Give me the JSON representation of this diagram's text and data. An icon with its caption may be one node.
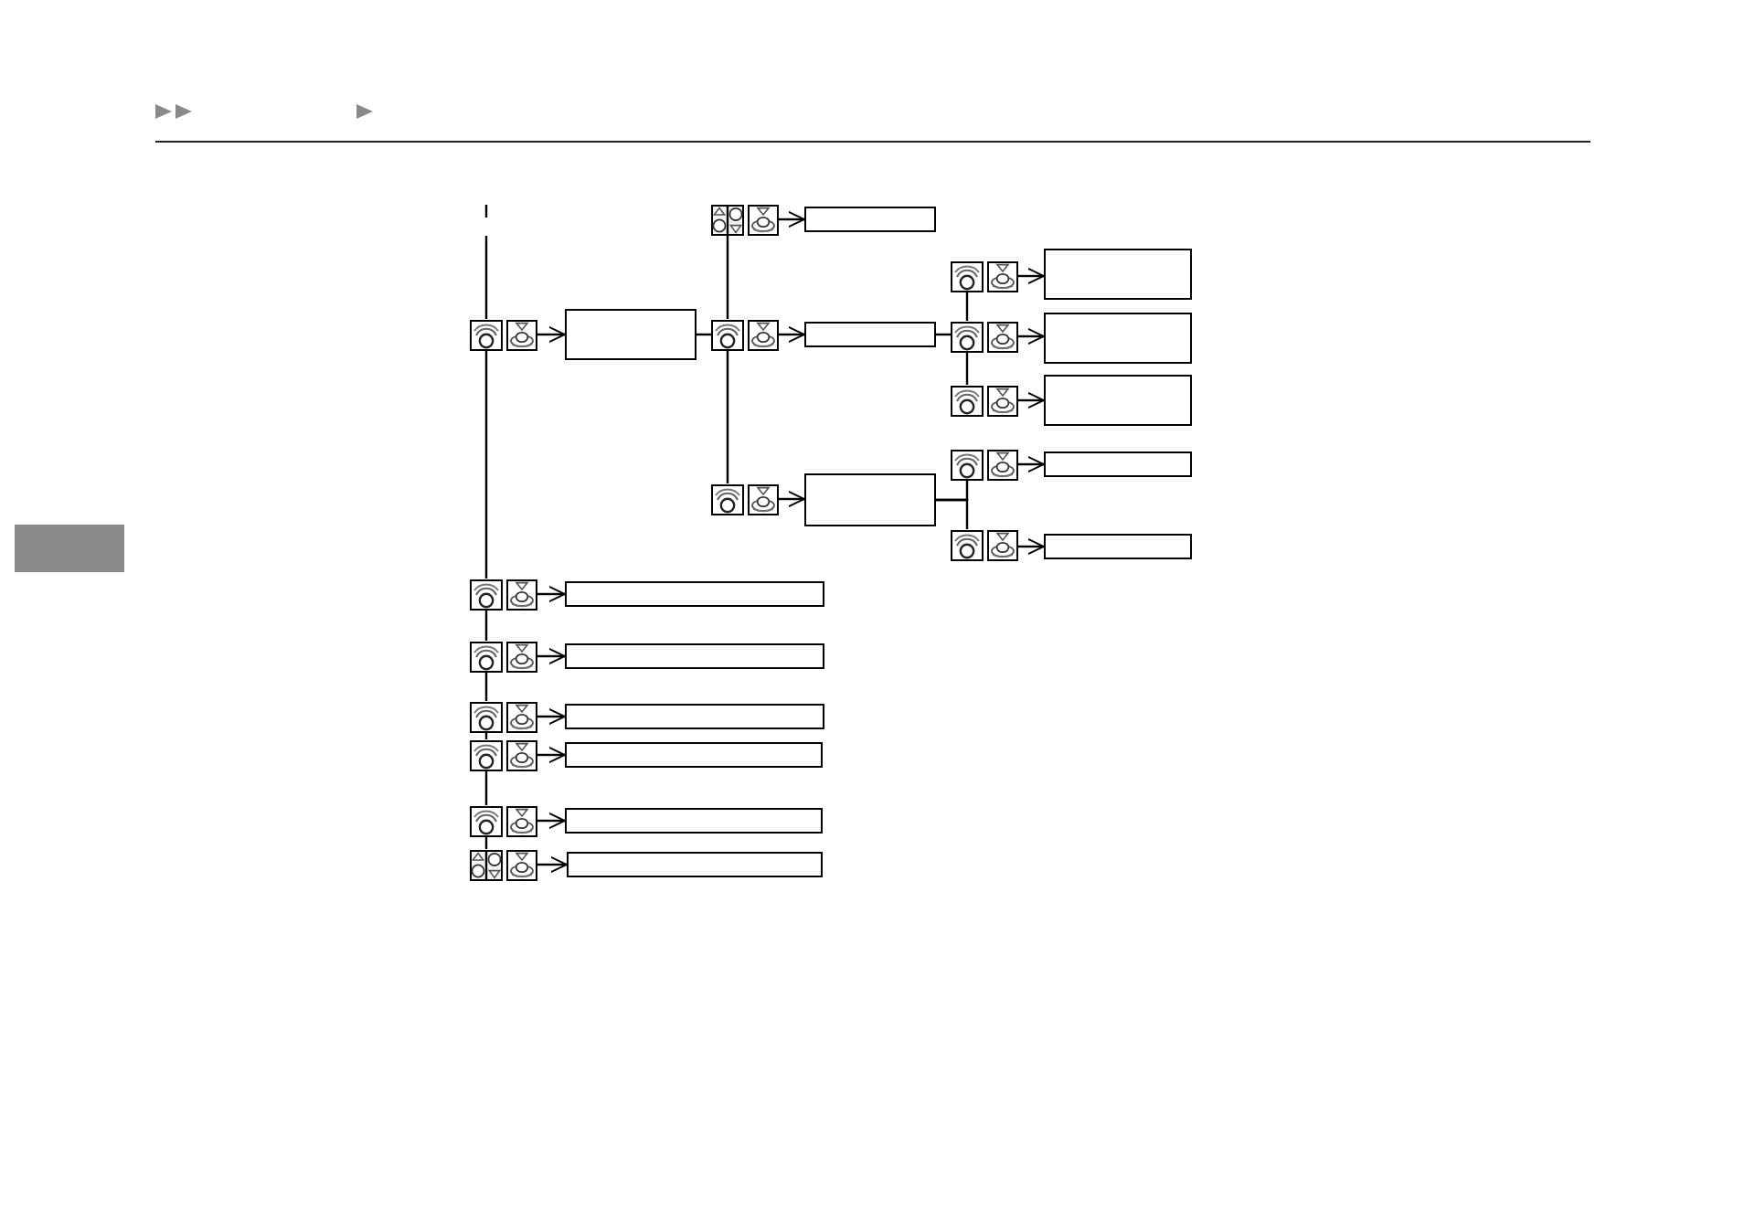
{
  "diagram": {
    "nodes": [
      {
        "text": [],
        "shape": "picture"
      },
      {
        "text": [],
        "shape": "picture"
      },
      {
        "text": [],
        "shape": "box"
      },
      {
        "text": [],
        "shape": "picture"
      },
      {
        "text": [],
        "shape": "picture"
      },
      {
        "text": [],
        "shape": "box"
      },
      {
        "text": [],
        "shape": "picture"
      },
      {
        "text": [],
        "shape": "picture"
      },
      {
        "text": [],
        "shape": "box"
      },
      {
        "text": [],
        "shape": "picture"
      },
      {
        "text": [],
        "shape": "picture"
      },
      {
        "text": [],
        "shape": "box"
      },
      {
        "text": [],
        "shape": "picture"
      },
      {
        "text": [],
        "shape": "picture"
      },
      {
        "text": [],
        "shape": "box"
      },
      {
        "text": [],
        "shape": "picture"
      },
      {
        "text": [],
        "shape": "picture"
      },
      {
        "text": [],
        "shape": "box"
      },
      {
        "text": [],
        "shape": "picture"
      },
      {
        "text": [],
        "shape": "picture"
      },
      {
        "text": [],
        "shape": "box"
      },
      {
        "text": [],
        "shape": "picture"
      },
      {
        "text": [],
        "shape": "picture"
      },
      {
        "text": [],
        "shape": "box"
      },
      {
        "text": [],
        "shape": "picture"
      },
      {
        "text": [],
        "shape": "picture"
      },
      {
        "text": [],
        "shape": "box"
      },
      {
        "text": [],
        "shape": "picture"
      },
      {
        "text": [],
        "shape": "picture"
      },
      {
        "text": [],
        "shape": "box"
      },
      {
        "text": [],
        "shape": "picture"
      },
      {
        "text": [],
        "shape": "picture"
      },
      {
        "text": [],
        "shape": "box"
      },
      {
        "text": [],
        "shape": "picture"
      },
      {
        "text": [],
        "shape": "picture"
      },
      {
        "text": [],
        "shape": "box"
      },
      {
        "text": [],
        "shape": "picture"
      },
      {
        "text": [],
        "shape": "picture"
      },
      {
        "text": [],
        "shape": "box"
      },
      {
        "text": [],
        "shape": "picture"
      },
      {
        "text": [],
        "shape": "picture"
      },
      {
        "text": [],
        "shape": "box"
      },
      {
        "text": [],
        "shape": "picture"
      },
      {
        "text": [],
        "shape": "picture"
      },
      {
        "text": [],
        "shape": "box"
      }
    ],
    "edges": [
      {
        "from": null,
        "to": 0,
        "arrow": "none"
      },
      {
        "from": 1,
        "to": 2,
        "arrow": "to"
      },
      {
        "from": 4,
        "to": 5,
        "arrow": "to"
      },
      {
        "from": 7,
        "to": 8,
        "arrow": "to"
      },
      {
        "from": 10,
        "to": 11,
        "arrow": "to"
      },
      {
        "from": 13,
        "to": 14,
        "arrow": "to"
      },
      {
        "from": 16,
        "to": 17,
        "arrow": "to"
      },
      {
        "from": 19,
        "to": 20,
        "arrow": "to"
      },
      {
        "from": 22,
        "to": 23,
        "arrow": "to"
      },
      {
        "from": 25,
        "to": 26,
        "arrow": "to"
      },
      {
        "from": 28,
        "to": 29,
        "arrow": "to"
      },
      {
        "from": 31,
        "to": 32,
        "arrow": "to"
      },
      {
        "from": 34,
        "to": 35,
        "arrow": "to"
      },
      {
        "from": 37,
        "to": 38,
        "arrow": "to"
      },
      {
        "from": 40,
        "to": 41,
        "arrow": "to"
      },
      {
        "from": 43,
        "to": 44,
        "arrow": "to"
      },
      {
        "from": 0,
        "to": 27,
        "arrow": "none"
      },
      {
        "from": 27,
        "to": 30,
        "arrow": "none"
      },
      {
        "from": 30,
        "to": 33,
        "arrow": "none"
      },
      {
        "from": 33,
        "to": 36,
        "arrow": "none"
      },
      {
        "from": 36,
        "to": 39,
        "arrow": "none"
      },
      {
        "from": 39,
        "to": 42,
        "arrow": "none"
      },
      {
        "from": 2,
        "to": 6,
        "arrow": "none"
      },
      {
        "from": 3,
        "to": 6,
        "arrow": "none"
      },
      {
        "from": 6,
        "to": 18,
        "arrow": "none"
      },
      {
        "from": 8,
        "to": 12,
        "arrow": "none"
      },
      {
        "from": 9,
        "to": 12,
        "arrow": "none"
      },
      {
        "from": 12,
        "to": 15,
        "arrow": "none"
      },
      {
        "from": 20,
        "to": 21,
        "arrow": "none"
      },
      {
        "from": 20,
        "to": 24,
        "arrow": "none"
      }
    ]
  }
}
